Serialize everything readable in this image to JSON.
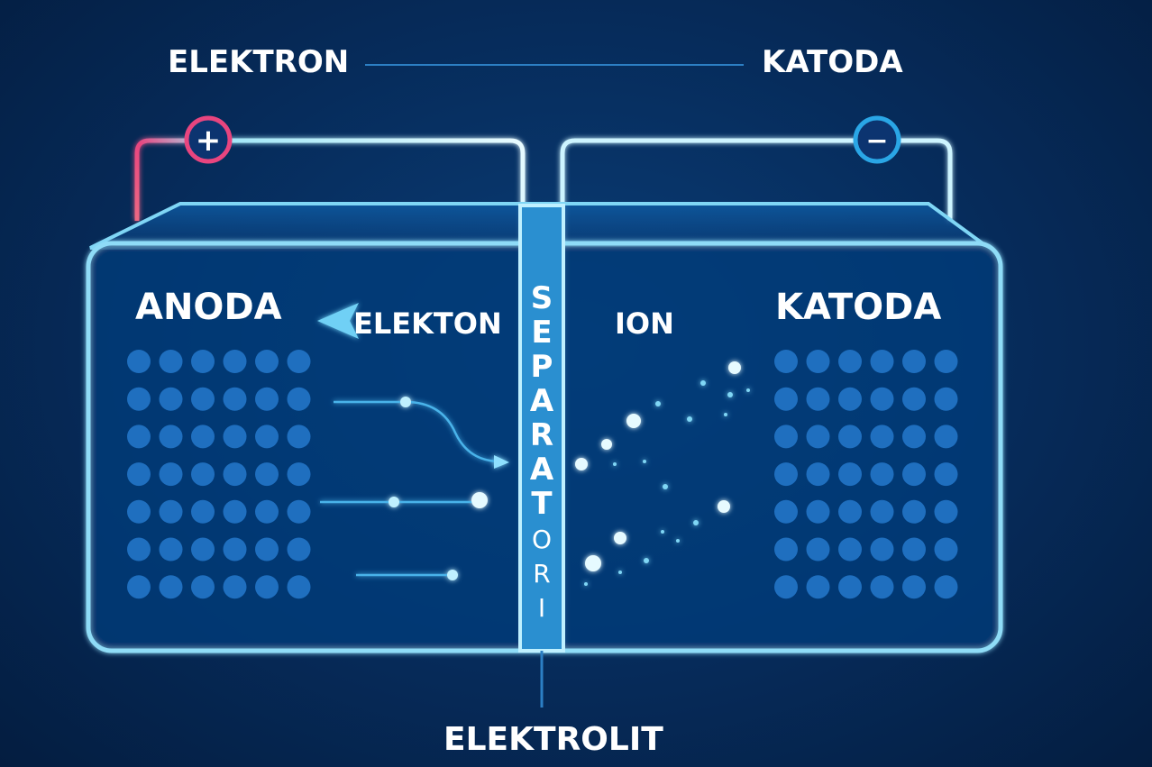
{
  "title_left": "ELEKTRON",
  "title_right": "KATODA",
  "anode_label": "ANODA",
  "cathode_label": "KATODA",
  "electron_arrow_label": "ELEKTON",
  "ion_label": "ION",
  "separator_label": [
    "S",
    "E",
    "P",
    "A",
    "R",
    "A",
    "T",
    "O",
    "R",
    "I"
  ],
  "electrolyte_label": "ELEKTROLIT",
  "positive_terminal": "+",
  "negative_terminal": "−",
  "colors": {
    "positive": "#e8457f",
    "negative": "#2aa6e6",
    "line": "#bff0ff",
    "dot": "#1f6fbf",
    "separator": "#2a8fd0"
  }
}
